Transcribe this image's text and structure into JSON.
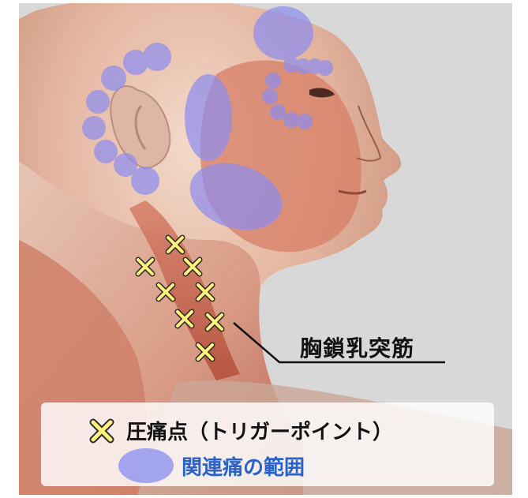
{
  "figure": {
    "muscle_label": "胸鎖乳突筋",
    "legend": {
      "trigger_point_label": "圧痛点（トリガーポイント）",
      "referred_pain_label": "関連痛の範囲"
    }
  },
  "colors": {
    "background": "#d8d8d9",
    "skin": "#e9c6b4",
    "muscle": "#c9674f",
    "marker_fill": "#fff27a",
    "marker_stroke": "#2b2b2b",
    "pain_area": "#8c8cf0",
    "referred_pain_text": "#2a62c9"
  },
  "icons": {
    "trigger_point": "x-mark-icon",
    "pain_area": "ellipse-swatch"
  }
}
